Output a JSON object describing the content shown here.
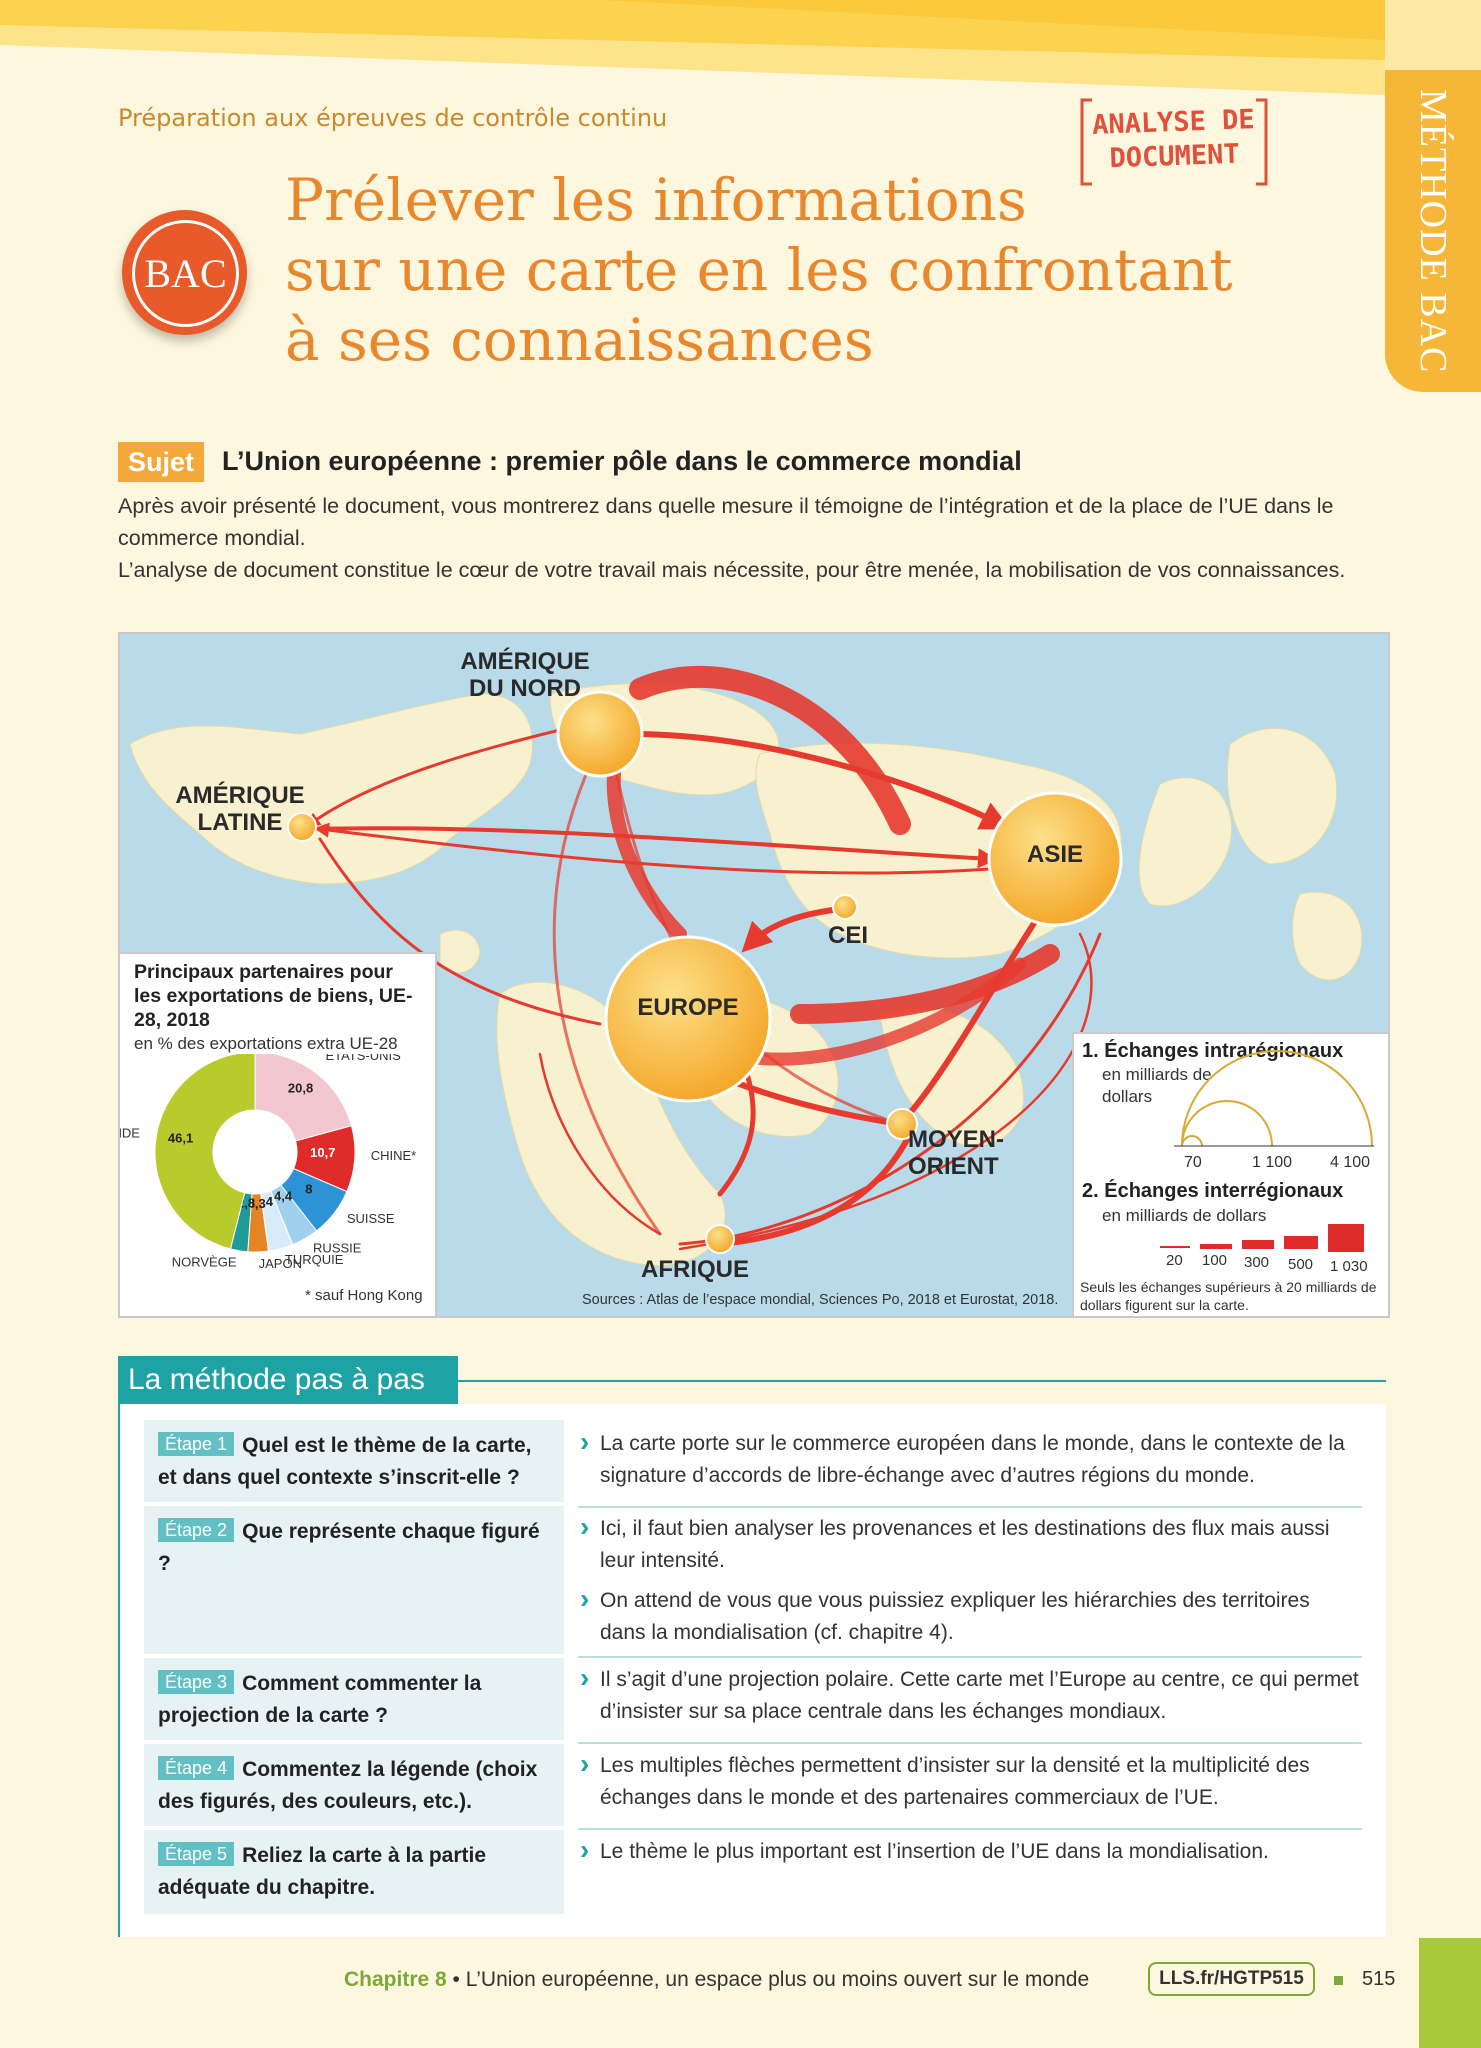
{
  "header": {
    "prep": "Préparation aux épreuves de contrôle continu",
    "badge_line1": "ANALYSE DE",
    "badge_line2": "DOCUMENT",
    "side_tab": "MÉTHODE BAC",
    "bac": "BAC",
    "title_lines": [
      "Prélever les informations",
      "sur une carte en les confrontant",
      "à ses connaissances"
    ]
  },
  "sujet": {
    "tag": "Sujet",
    "title": "L’Union européenne : premier pôle dans le commerce mondial",
    "text1": "Après avoir présenté le document, vous montrerez dans quelle mesure il témoigne de l’intégration et de la place de l’UE dans le commerce mondial.",
    "text2": "L’analyse de document constitue le cœur de votre travail mais nécessite, pour être menée, la mobilisation de vos connaissances."
  },
  "map": {
    "regions": {
      "amerique_nord": "AMÉRIQUE DU NORD",
      "amerique_latine": "AMÉRIQUE LATINE",
      "asie": "ASIE",
      "cei": "CEI",
      "europe": "EUROPE",
      "moyen_orient": "MOYEN-ORIENT",
      "afrique": "AFRIQUE"
    },
    "source": "Sources : Atlas de l’espace mondial, Sciences Po, 2018 et Eurostat, 2018.",
    "pie": {
      "title": "Principaux partenaires pour les exportations de biens, UE-28, 2018",
      "subtitle": "en % des exportations extra UE-28",
      "footnote": "* sauf Hong Kong"
    },
    "legend": {
      "intra_title": "1. Échanges intrarégionaux",
      "intra_unit": "en milliards de dollars",
      "intra_values": [
        "70",
        "1 100",
        "4 100"
      ],
      "inter_title": "2. Échanges interrégionaux",
      "inter_unit": "en milliards de dollars",
      "inter_values": [
        "20",
        "100",
        "300",
        "500",
        "1 030"
      ],
      "note": "Seuls les échanges supérieurs à 20 milliards de dollars figurent sur la carte."
    },
    "colors": {
      "flow": "#e63a2e",
      "pole": "#f6b637",
      "land": "#f7f1cf",
      "sea": "#b9dbe9"
    }
  },
  "chart_data": {
    "type": "pie",
    "title": "Principaux partenaires pour les exportations de biens, UE-28, 2018",
    "subtitle": "en % des exportations extra UE-28",
    "slices": [
      {
        "label": "ÉTATS-UNIS",
        "value": 20.8,
        "value_label": "20,8",
        "color": "#f3c7cf"
      },
      {
        "label": "CHINE*",
        "value": 10.7,
        "value_label": "10,7",
        "color": "#e02b2b"
      },
      {
        "label": "SUISSE",
        "value": 8,
        "value_label": "8",
        "color": "#2b93d6"
      },
      {
        "label": "RUSSIE",
        "value": 4.4,
        "value_label": "4,4",
        "color": "#9fd0ee"
      },
      {
        "label": "TURQUIE",
        "value": 4,
        "value_label": "4",
        "color": "#d7ecf8"
      },
      {
        "label": "JAPON",
        "value": 3.3,
        "value_label": "3,3",
        "color": "#e58424"
      },
      {
        "label": "NORVÈGE",
        "value": 2.8,
        "value_label": "2,8",
        "color": "#1f9c9a"
      },
      {
        "label": "RESTE DU MONDE",
        "value": 46.1,
        "value_label": "46,1",
        "color": "#b9cb2c"
      }
    ],
    "footnote": "* sauf Hong Kong"
  },
  "method": {
    "title": "La méthode pas à pas",
    "steps": [
      {
        "tag": "Étape 1",
        "question": "Quel est le thème de la carte, et dans quel contexte s’inscrit-elle ?",
        "answers": [
          "La carte porte sur le commerce européen dans le monde, dans le contexte de la signature d’accords de libre-échange avec d’autres régions du monde."
        ]
      },
      {
        "tag": "Étape 2",
        "question": "Que représente chaque figuré ?",
        "answers": [
          "Ici, il faut bien analyser les provenances et les destinations des flux mais aussi leur intensité.",
          "On attend de vous que vous puissiez expliquer les hiérarchies des territoires dans la mondialisation (cf. chapitre 4)."
        ]
      },
      {
        "tag": "Étape 3",
        "question": "Comment commenter la projection de la carte ?",
        "answers": [
          "Il s’agit d’une projection polaire. Cette carte met l’Europe au centre, ce qui permet d’insister sur sa place centrale dans les échanges mondiaux."
        ]
      },
      {
        "tag": "Étape 4",
        "question": "Commentez la légende (choix des figurés, des couleurs, etc.).",
        "answers": [
          "Les multiples flèches permettent d’insister sur la densité et la multiplicité des échanges dans le monde et des partenaires commerciaux de l’UE."
        ]
      },
      {
        "tag": "Étape 5",
        "question": "Reliez la carte à la partie adéquate du chapitre.",
        "answers": [
          "Le thème le plus important est l’insertion de l’UE dans la mondialisation."
        ]
      }
    ]
  },
  "footer": {
    "chapter": "Chapitre 8",
    "text": " • L’Union européenne, un espace plus ou moins ouvert sur le monde",
    "link": "LLS.fr/HGTP515",
    "page": "515"
  }
}
